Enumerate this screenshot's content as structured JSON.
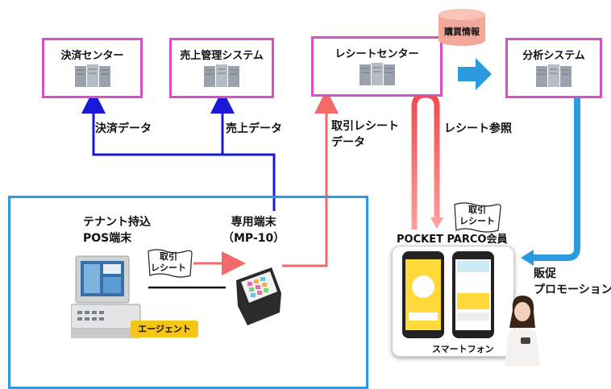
{
  "servers": {
    "payment": "決済センター",
    "sales": "売上管理システム",
    "receipt": "レシートセンター",
    "analysis": "分析システム"
  },
  "database": {
    "label": "購買情報"
  },
  "flows": {
    "payment_data": "決済データ",
    "sales_data": "売上データ",
    "receipt_data": "取引レシート\nデータ",
    "receipt_ref": "レシート参照",
    "promotion": "販促\nプロモーション"
  },
  "store": {
    "pos_label": "テナント持込\nPOS端末",
    "terminal_label": "専用端末\n（MP-10）",
    "receipt_bubble": "取引\nレシート",
    "agent": "エージェント"
  },
  "member": {
    "title": "POCKET PARCO会員",
    "receipt_bubble": "取引\nレシート",
    "smartphone": "スマートフォン"
  },
  "colors": {
    "server_border": "#d84fc7",
    "store_border": "#2b9be0",
    "blue_line": "#1a1ad6",
    "red_line": "#f26a6a",
    "arrow_blue": "#2b9be0",
    "agent_bg": "#f5c518"
  }
}
